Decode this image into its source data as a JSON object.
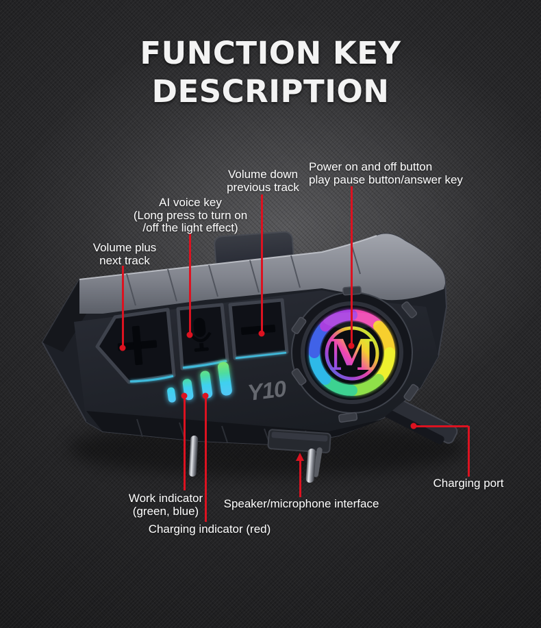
{
  "title": {
    "line1": "FUNCTION KEY",
    "line2": "DESCRIPTION"
  },
  "device": {
    "model": "Y10",
    "logo_letter": "M",
    "button_glyphs": {
      "plus": "+",
      "mic": "microphone",
      "minus": "−"
    },
    "led_bars_count": 4
  },
  "labels": {
    "volume_down": {
      "line1": "Volume down",
      "line2": "previous track"
    },
    "power": {
      "line1": "Power on and off button",
      "line2": "play pause button/answer key"
    },
    "ai_voice": {
      "line1": "AI voice key",
      "line2": "(Long press to turn on",
      "line3": "/off the light effect)"
    },
    "volume_plus": {
      "line1": "Volume plus",
      "line2": "next track"
    },
    "work_indicator": {
      "line1": "Work indicator",
      "line2": "(green, blue)"
    },
    "charging_indicator": {
      "text": "Charging indicator (red)"
    },
    "speaker": {
      "text": "Speaker/microphone interface"
    },
    "charging_port": {
      "text": "Charging port"
    }
  },
  "colors": {
    "annotation_red": "#dc1220",
    "background": "#232325",
    "device_body": "#1d2027",
    "top_band_gray": "#8c8f97",
    "led_green": "#8ce763",
    "led_blue": "#3fc9f2",
    "logo_rainbow": [
      "#ef47b1",
      "#f7cf2d",
      "#eef02e",
      "#8fe04a",
      "#3ed291",
      "#2fb9e8",
      "#3f62e8",
      "#a83fe0"
    ]
  }
}
